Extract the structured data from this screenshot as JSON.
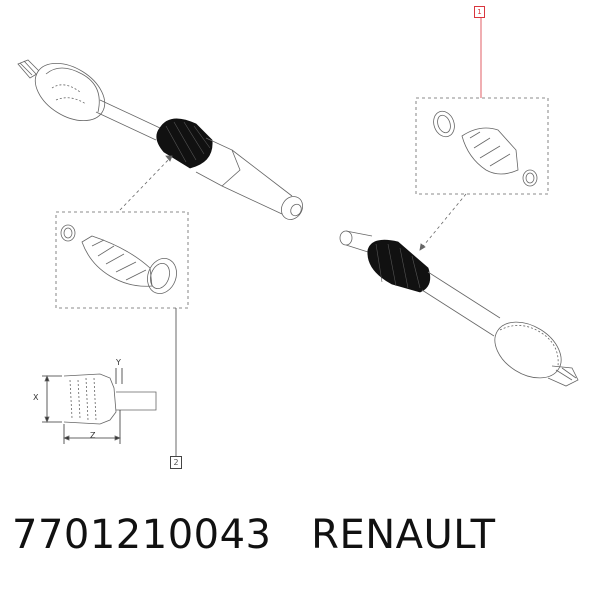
{
  "callouts": {
    "one": "1",
    "two": "2"
  },
  "dimensions": {
    "x": "X",
    "y": "Y",
    "z": "Z"
  },
  "caption": {
    "part_number": "7701210043",
    "brand": "RENAULT"
  },
  "colors": {
    "line": "#555555",
    "boot": "#111111",
    "callout_red": "#d9363e"
  }
}
